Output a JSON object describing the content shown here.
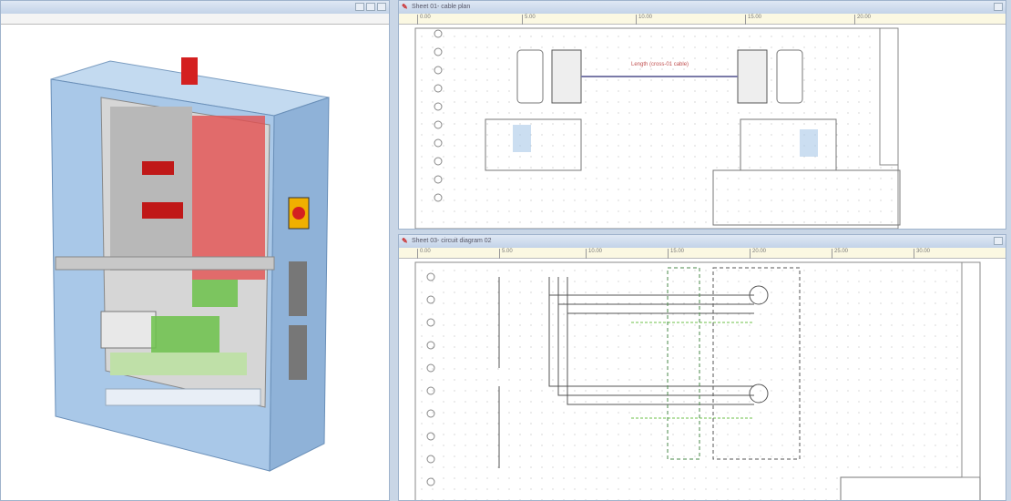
{
  "left_panel": {
    "title": "",
    "controls": [
      "minimize",
      "restore",
      "close"
    ]
  },
  "top_sheet": {
    "title": "Sheet 01- cable plan",
    "ruler": [
      "0.00",
      "5.00",
      "10.00",
      "15.00",
      "20.00"
    ],
    "cable_label": "Length (cross-01 cable)"
  },
  "bottom_sheet": {
    "title": "Sheet 03- circuit diagram 02",
    "ruler": [
      "0.00",
      "5.00",
      "10.00",
      "15.00",
      "20.00",
      "25.00",
      "30.00"
    ]
  },
  "colors": {
    "cabinet": "#a9c8e8",
    "accent_red": "#d42020",
    "terminal_green": "#6cc24a",
    "ruler": "#fbf8e2"
  }
}
